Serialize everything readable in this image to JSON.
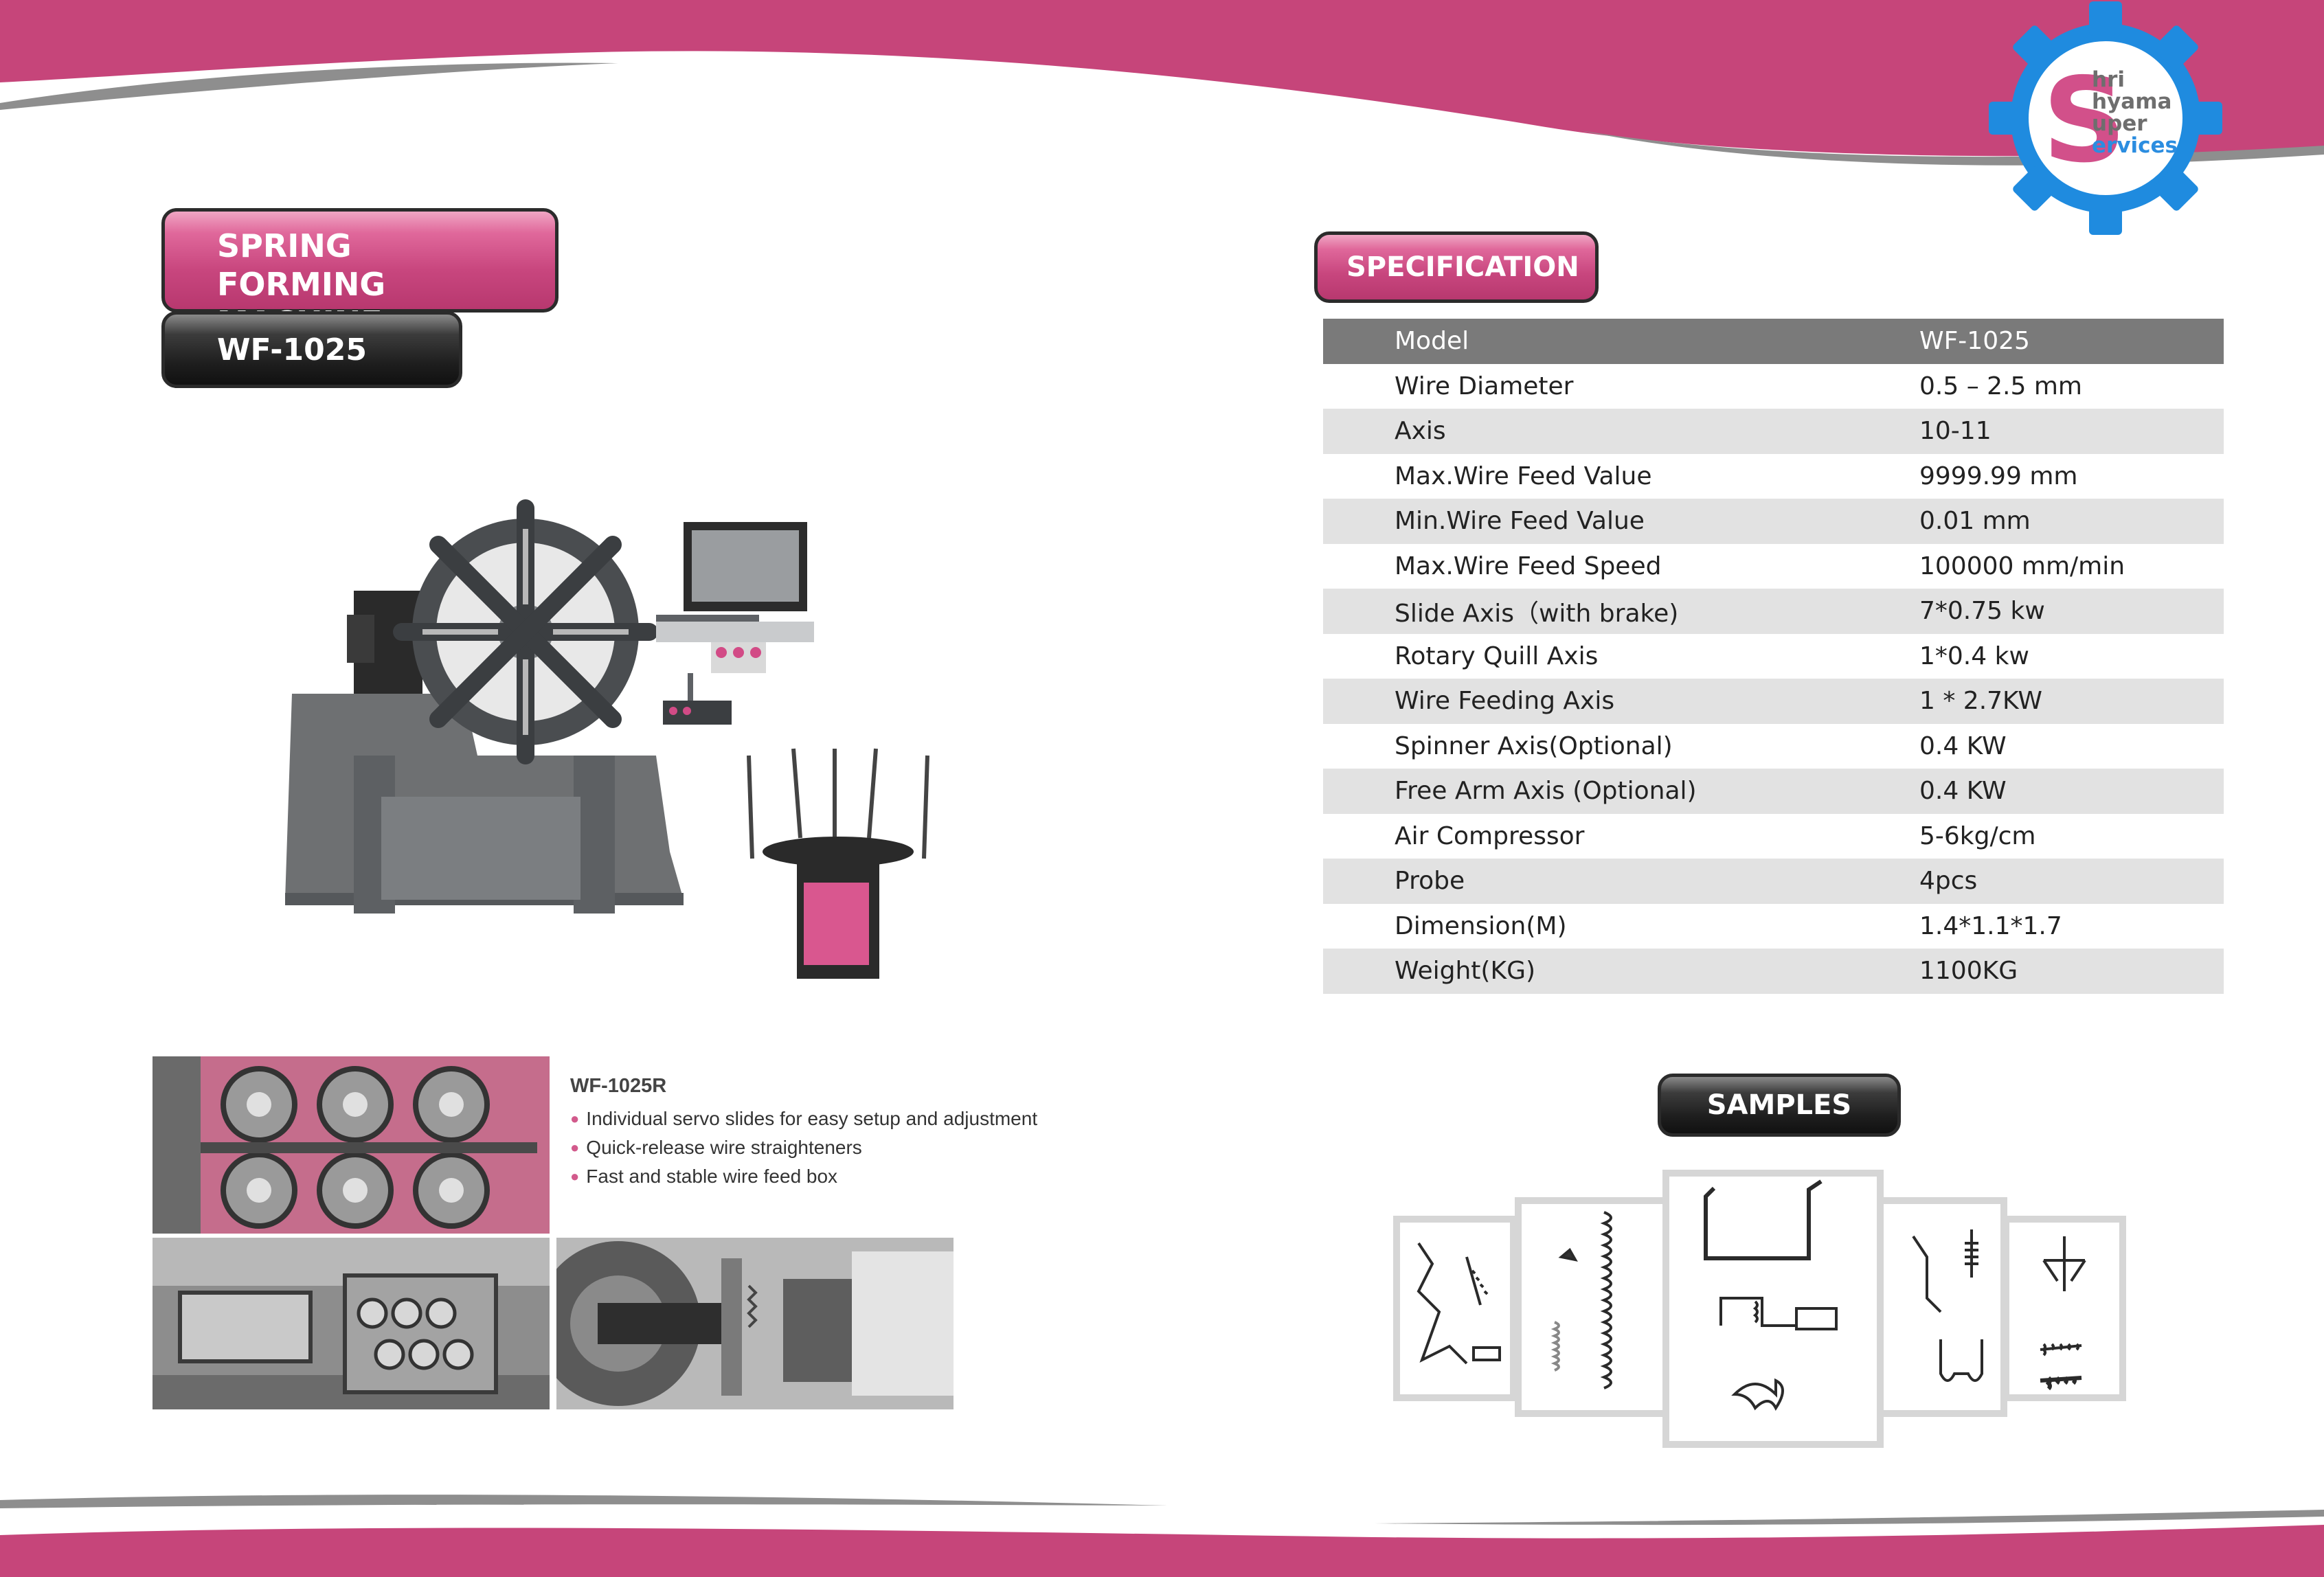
{
  "brand": {
    "name_lines": [
      "hri",
      "hyama",
      "uper",
      "ervices"
    ],
    "initial": "S",
    "colors": {
      "pink": "#c7427a",
      "blue": "#1f8bdf",
      "grey": "#7a7a7a"
    }
  },
  "left": {
    "title": "SPRING FORMING MACHINE",
    "model": "WF-1025",
    "feature_title": "WF-1025R",
    "features": [
      "Individual servo slides for easy setup and adjustment",
      "Quick-release wire straighteners",
      "Fast and stable wire feed box"
    ]
  },
  "right": {
    "spec_title": "SPECIFICATION",
    "samples_title": "SAMPLES",
    "spec_rows": [
      {
        "label": "Model",
        "value": "WF-1025"
      },
      {
        "label": "Wire Diameter",
        "value": "0.5 – 2.5 mm"
      },
      {
        "label": "Axis",
        "value": "10-11"
      },
      {
        "label": "Max.Wire Feed Value",
        "value": "9999.99 mm"
      },
      {
        "label": "Min.Wire Feed Value",
        "value": "0.01 mm"
      },
      {
        "label": "Max.Wire Feed Speed",
        "value": "100000 mm/min"
      },
      {
        "label": "Slide Axis（with brake)",
        "value": "7*0.75 kw"
      },
      {
        "label": "Rotary Quill Axis",
        "value": "1*0.4 kw"
      },
      {
        "label": "Wire Feeding Axis",
        "value": "1 * 2.7KW"
      },
      {
        "label": "Spinner Axis(Optional)",
        "value": " 0.4 KW"
      },
      {
        "label": "Free Arm Axis (Optional)",
        "value": " 0.4 KW"
      },
      {
        "label": "Air Compressor",
        "value": "5-6kg/cm"
      },
      {
        "label": "Probe",
        "value": "4pcs"
      },
      {
        "label": "Dimension(M)",
        "value": "1.4*1.1*1.7"
      },
      {
        "label": "Weight(KG)",
        "value": "1100KG"
      }
    ]
  }
}
